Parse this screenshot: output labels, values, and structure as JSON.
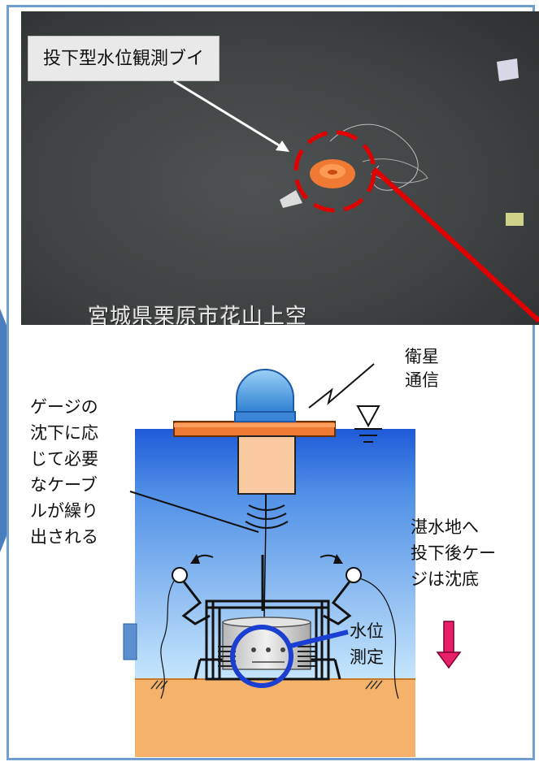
{
  "photo": {
    "label": "投下型水位観測ブイ",
    "caption": "宮城県栗原市花山上空"
  },
  "diagram": {
    "satellite_label_line1": "衛星",
    "satellite_label_line2": "通信",
    "cable_note_line1": "ゲージの",
    "cable_note_line2": "沈下に応",
    "cable_note_line3": "じて必要",
    "cable_note_line4": "なケーブ",
    "cable_note_line5": "ルが繰り",
    "cable_note_line6": "出される",
    "sink_note_line1": "湛水地へ",
    "sink_note_line2": "投下後ケー",
    "sink_note_line3": "ジは沈底",
    "measure_label_line1": "水位",
    "measure_label_line2": "測定"
  },
  "colors": {
    "frame": "#6f9fcf",
    "water_top": "#1f5ad8",
    "water_bottom": "#bfe2fb",
    "ground": "#f4b26a",
    "buoy_float": "#f07a33",
    "dome": "#4aa3e8",
    "body": "#f9caa0",
    "highlight": "#e00000",
    "down_arrow": "#e8206a",
    "ring": "#1a3fd1"
  }
}
